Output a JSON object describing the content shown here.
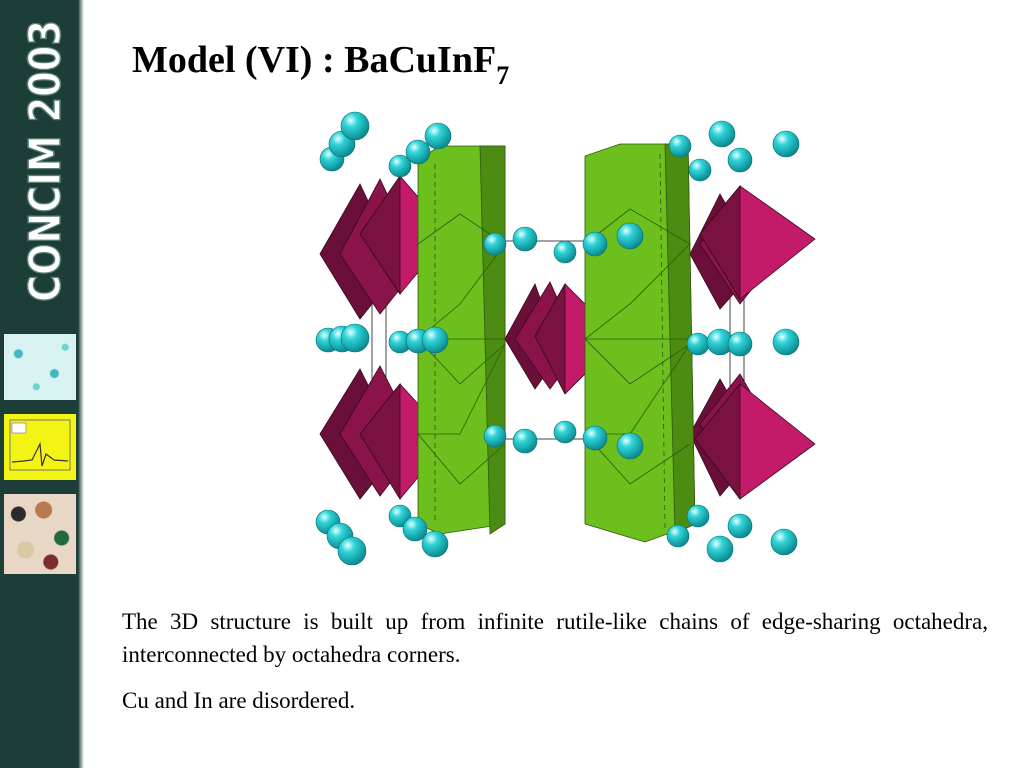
{
  "sidebar": {
    "logo_text": "CONCIM 2003",
    "thumbnails": [
      "crystal-structure-thumbnail",
      "spectrum-plot-thumbnail",
      "beads-photo-thumbnail"
    ]
  },
  "slide": {
    "title_main": "Model (VI) : BaCuInF",
    "title_subscript": "7",
    "paragraphs": [
      "The 3D structure is built up from infinite rutile-like chains of edge-sharing octahedra, interconnected by octahedra corners.",
      "Cu and In are disordered."
    ]
  },
  "colors": {
    "sidebar": "#1c3d38",
    "octahedron_green": "#6cbf1c",
    "octahedron_magenta": "#c41a6a",
    "atom_cyan": "#2fd4d8"
  }
}
